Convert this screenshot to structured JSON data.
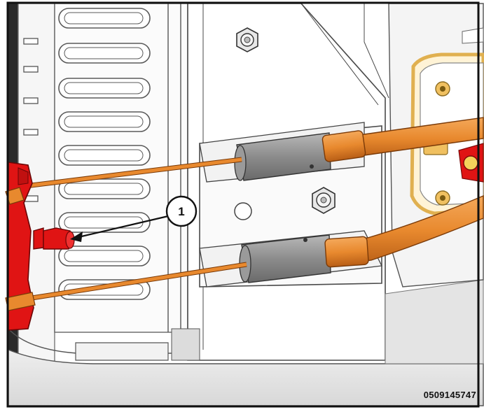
{
  "callout": {
    "number": "1"
  },
  "figure_id": "0509145747",
  "colors": {
    "frame": "#111111",
    "cable_orange": "#e8892e",
    "cable_orange_dark": "#c8661a",
    "sheath_gray": "#8c8c8c",
    "bracket_red": "#e01414",
    "connector_yellow": "#f0c060",
    "line_gray": "#5a5a5a"
  },
  "icons": [
    "callout-circle",
    "leader-arrow",
    "hex-nut"
  ]
}
